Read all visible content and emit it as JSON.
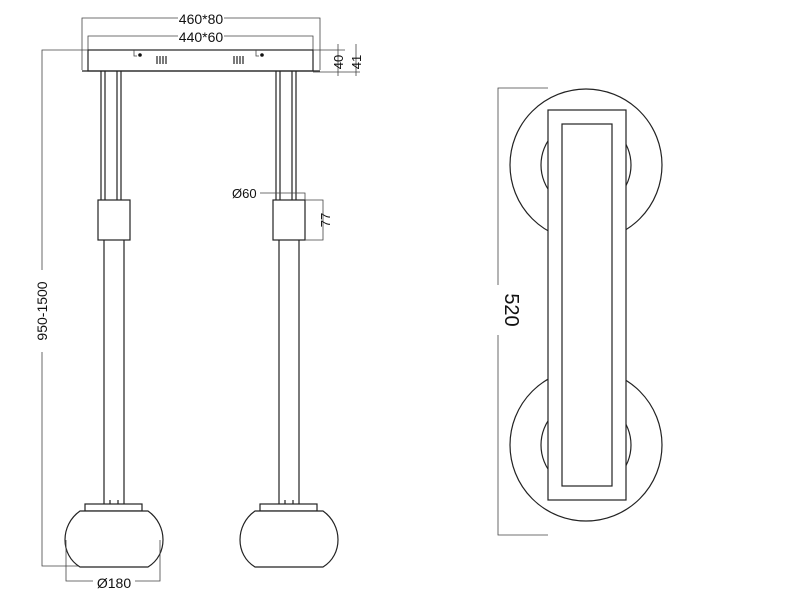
{
  "dimensions": {
    "canopy_outer": "460*80",
    "canopy_inner": "440*60",
    "canopy_height_inner": "40",
    "canopy_height_outer": "41",
    "total_height": "950-1500",
    "connector_diameter": "Ø60",
    "connector_height": "77",
    "shade_diameter": "Ø180",
    "top_view_length": "520"
  }
}
